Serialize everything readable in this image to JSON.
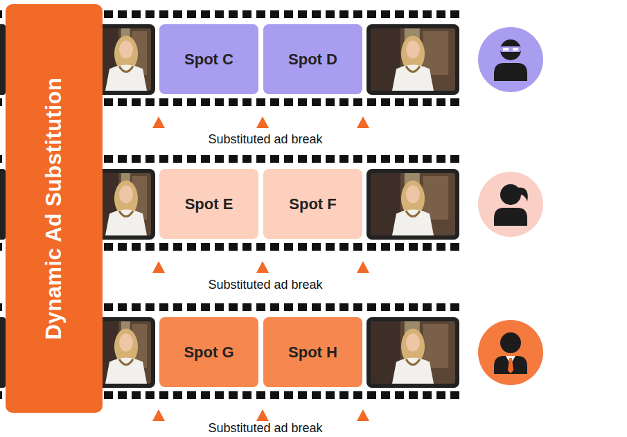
{
  "diagram": {
    "nodes": [
      {
        "text": [
          "Dynamic Ad Substitution"
        ]
      },
      {
        "text": [
          "Spot C"
        ]
      },
      {
        "text": [
          "Spot D"
        ]
      },
      {
        "text": [
          "Spot E"
        ]
      },
      {
        "text": [
          "Spot F"
        ]
      },
      {
        "text": [
          "Spot G"
        ]
      },
      {
        "text": [
          "Spot H"
        ]
      }
    ],
    "labels": [
      "Substituted ad break",
      "Substituted ad break",
      "Substituted ad break"
    ]
  }
}
